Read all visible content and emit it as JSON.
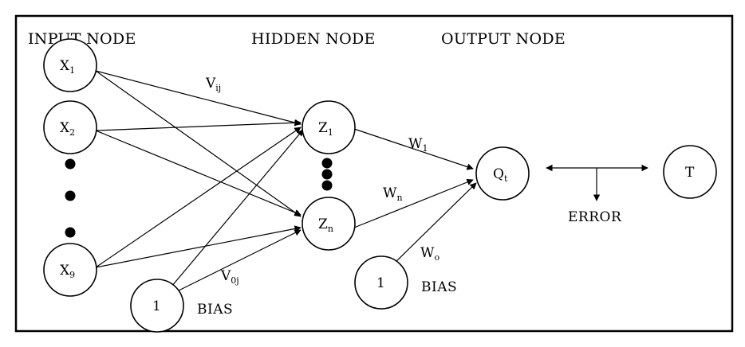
{
  "headers": {
    "input": "INPUT NODE",
    "hidden": "HIDDEN NODE",
    "output": "OUTPUT NODE"
  },
  "nodes": {
    "x1": {
      "main": "X",
      "sub": "1"
    },
    "x2": {
      "main": "X",
      "sub": "2"
    },
    "x9": {
      "main": "X",
      "sub": "9"
    },
    "bias_hidden": {
      "main": "1"
    },
    "z1": {
      "main": "Z",
      "sub": "1"
    },
    "zn": {
      "main": "Z",
      "sub": "n"
    },
    "bias_output": {
      "main": "1"
    },
    "qt": {
      "main": "Q",
      "sub": "t"
    },
    "t": {
      "main": "T"
    }
  },
  "weights": {
    "vij": {
      "main": "V",
      "sub": "ij"
    },
    "v0j": {
      "main": "V",
      "sub": "0j"
    },
    "w1": {
      "main": "W",
      "sub": "1"
    },
    "wn": {
      "main": "W",
      "sub": "n"
    },
    "wo": {
      "main": "W",
      "sub": "o"
    }
  },
  "labels": {
    "bias_hidden": "BIAS",
    "bias_output": "BIAS",
    "error": "ERROR"
  }
}
